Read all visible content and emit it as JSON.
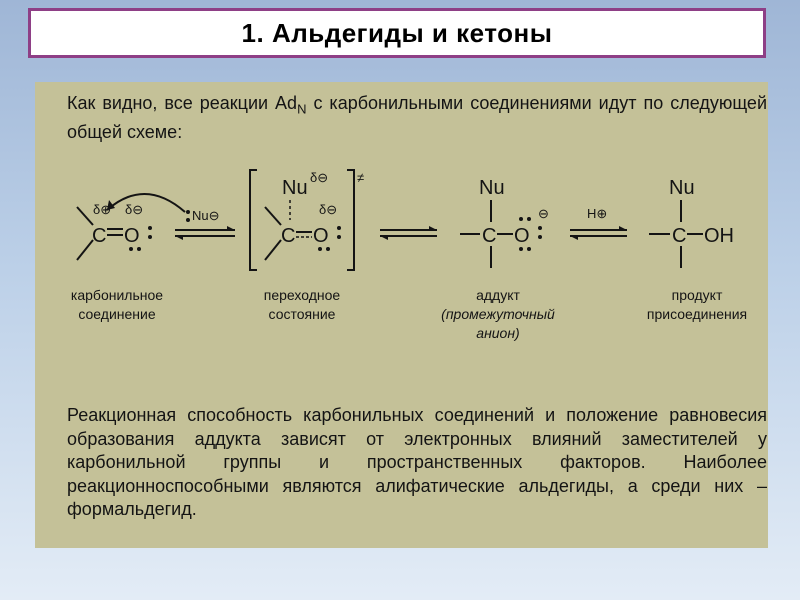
{
  "title": "1. Альдегиды и кетоны",
  "intro": {
    "text": "Как видно, все реакции Ad",
    "sub": "N",
    "rest": " с карбонильными соединениями идут по следующей общей схеме:"
  },
  "scheme": {
    "nucleophile": "Nu",
    "proton": "H",
    "oxygen": "O",
    "carbon": "C",
    "hydroxyl": "OH",
    "delta": "δ",
    "minus": "⊖",
    "plus": "⊕",
    "dagger": "≠",
    "captions": {
      "carbonyl": [
        "карбонильное",
        "соединение"
      ],
      "transition": [
        "переходное",
        "состояние"
      ],
      "adduct": [
        "аддукт",
        "(промежуточный",
        "анион)"
      ],
      "product": [
        "продукт",
        "присоединения"
      ]
    }
  },
  "conclusion": "Реакционная способность карбонильных соединений и положение равновесия образования аддукта зависят от электронных влияний заместителей у карбонильной группы и пространственных факторов. Наиболее реакционноспособными являются алифатические альдегиды, а среди них – формальдегид.",
  "colors": {
    "title_border": "#8e3f86",
    "panel": "#c4c198",
    "text": "#141414"
  }
}
